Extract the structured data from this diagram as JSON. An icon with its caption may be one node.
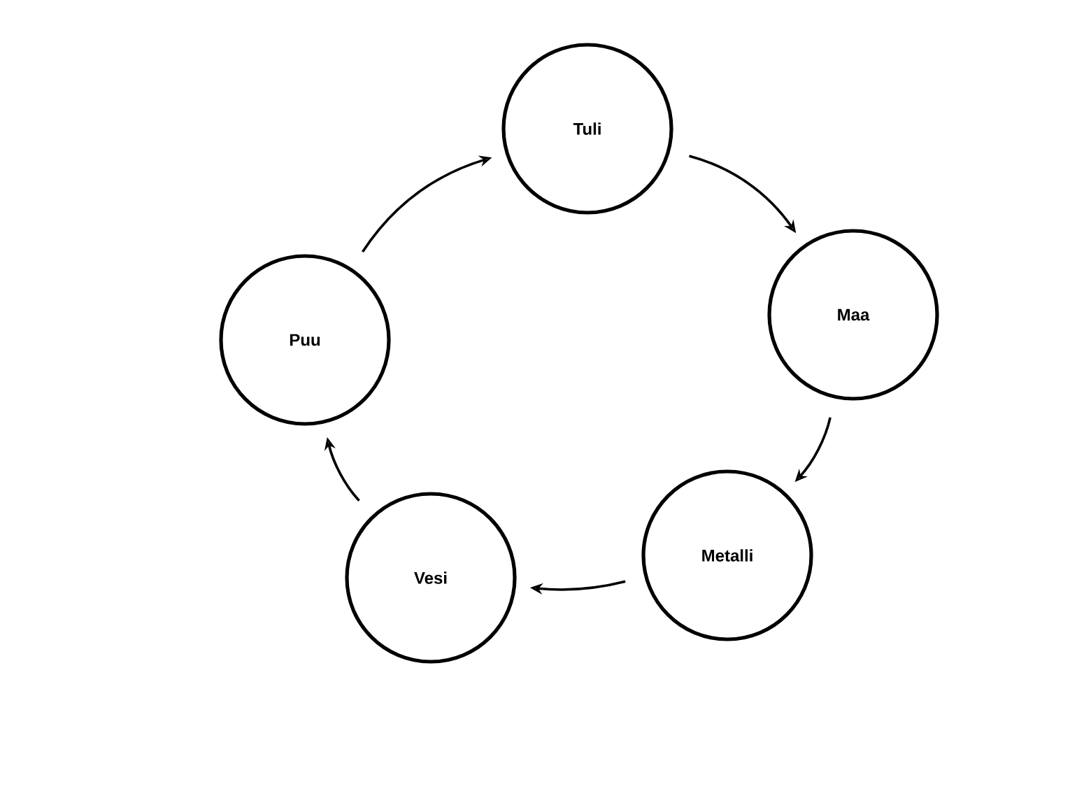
{
  "diagram": {
    "nodes": [
      {
        "text": [
          "Tuli"
        ]
      },
      {
        "text": [
          "Maa"
        ]
      },
      {
        "text": [
          "Metalli"
        ]
      },
      {
        "text": [
          "Vesi"
        ]
      },
      {
        "text": [
          "Puu"
        ]
      }
    ],
    "edges": [
      {
        "from": 4,
        "to": 0,
        "arrow": "to"
      },
      {
        "from": 0,
        "to": 1,
        "arrow": "to"
      },
      {
        "from": 1,
        "to": 2,
        "arrow": "to"
      },
      {
        "from": 2,
        "to": 3,
        "arrow": "to"
      },
      {
        "from": 3,
        "to": 4,
        "arrow": "to"
      }
    ]
  }
}
